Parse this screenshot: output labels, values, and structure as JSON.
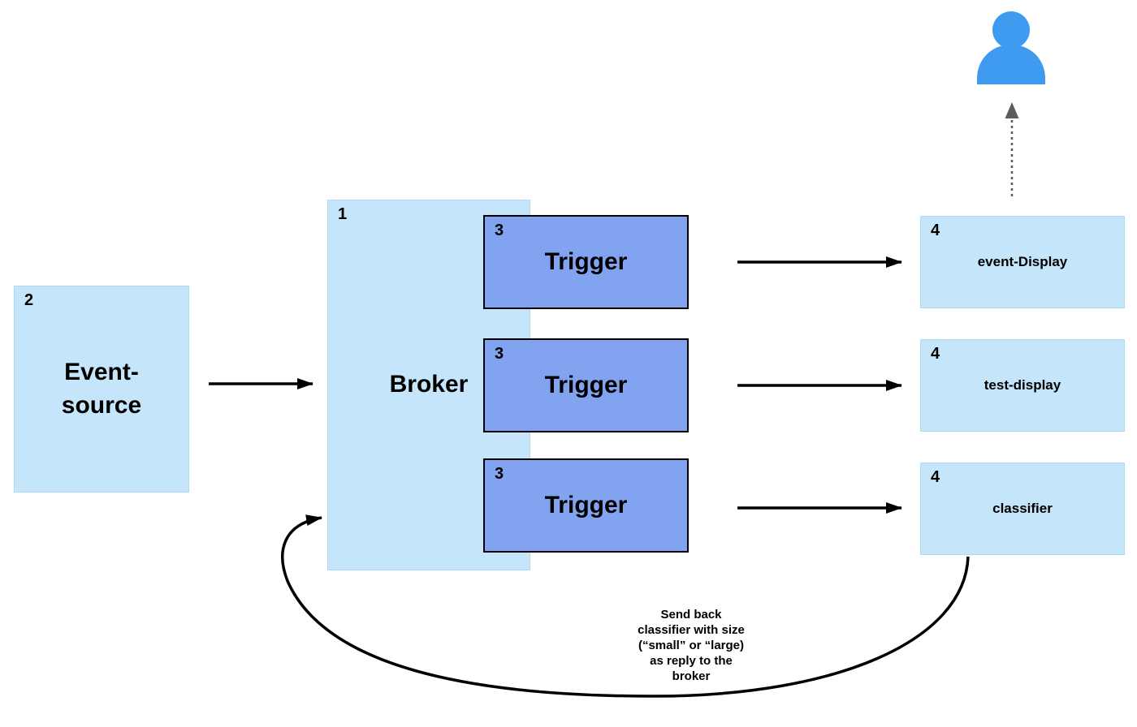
{
  "colors": {
    "light_blue": "#C5E5FA",
    "trigger_blue": "#82A4F0",
    "person_blue": "#3F9BF0",
    "arrow_black": "#000000",
    "dotted_gray": "#5C5C5C"
  },
  "nodes": {
    "event_source": {
      "number": "2",
      "label": "Event-\nsource"
    },
    "broker": {
      "number": "1",
      "label": "Broker"
    },
    "triggers": [
      {
        "number": "3",
        "label": "Trigger"
      },
      {
        "number": "3",
        "label": "Trigger"
      },
      {
        "number": "3",
        "label": "Trigger"
      }
    ],
    "targets": [
      {
        "number": "4",
        "label": "event-Display"
      },
      {
        "number": "4",
        "label": "test-display"
      },
      {
        "number": "4",
        "label": "classifier"
      }
    ]
  },
  "annotation": {
    "text": "Send back\nclassifier with size\n(“small” or “large)\nas reply to the\nbroker"
  },
  "icons": {
    "person": "person-icon",
    "dotted_arrow": "dotted-arrow-icon"
  }
}
